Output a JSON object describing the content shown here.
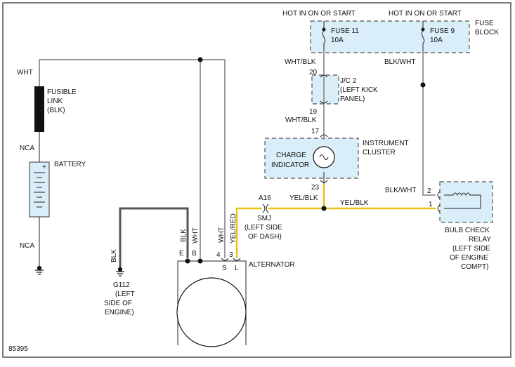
{
  "labels": {
    "hot_left": "HOT IN ON OR START",
    "hot_right": "HOT IN ON OR START",
    "fuse_block_1": "FUSE",
    "fuse_block_2": "BLOCK",
    "fuse11_name": "FUSE 11",
    "fuse11_amp": "10A",
    "fuse9_name": "FUSE 9",
    "fuse9_amp": "10A",
    "wht_blk_1": "WHT/BLK",
    "blk_wht_1": "BLK/WHT",
    "pin_20": "20",
    "jc_1": "J/C 2",
    "jc_2": "(LEFT KICK",
    "jc_3": "PANEL)",
    "pin_19": "19",
    "wht_blk_2": "WHT/BLK",
    "pin_17": "17",
    "cluster_1": "INSTRUMENT",
    "cluster_2": "CLUSTER",
    "charge_1": "CHARGE",
    "charge_2": "INDICATOR",
    "pin_23": "23",
    "yel_blk_1": "YEL/BLK",
    "a16": "A16",
    "yel_blk_2": "YEL/BLK",
    "smj_1": "SMJ",
    "smj_2": "(LEFT SIDE",
    "smj_3": "OF DASH)",
    "blk_wht_2": "BLK/WHT",
    "relay_pin_2": "2",
    "relay_pin_1": "1",
    "relay_1": "BULB CHECK",
    "relay_2": "RELAY",
    "relay_3": "(LEFT SIDE",
    "relay_4": "OF ENGINE",
    "relay_5": "COMPT)",
    "wht_top": "WHT",
    "fusible_1": "FUSIBLE",
    "fusible_2": "LINK",
    "fusible_3": "(BLK)",
    "nca_1": "NCA",
    "battery": "BATTERY",
    "nca_2": "NCA",
    "blk_g": "BLK",
    "g112_1": "G112",
    "g112_2": "(LEFT",
    "g112_3": "SIDE OF",
    "g112_4": "ENGINE)",
    "blk_e": "BLK",
    "wht_b": "WHT",
    "pin_e": "E",
    "pin_b": "B",
    "wht_s": "WHT",
    "yelred_l": "YEL/RED",
    "pin_4": "4",
    "pin_3": "3",
    "pin_s": "S",
    "pin_l": "L",
    "alternator": "ALTERNATOR",
    "fig_num": "85395",
    "bat_plus": "+"
  }
}
